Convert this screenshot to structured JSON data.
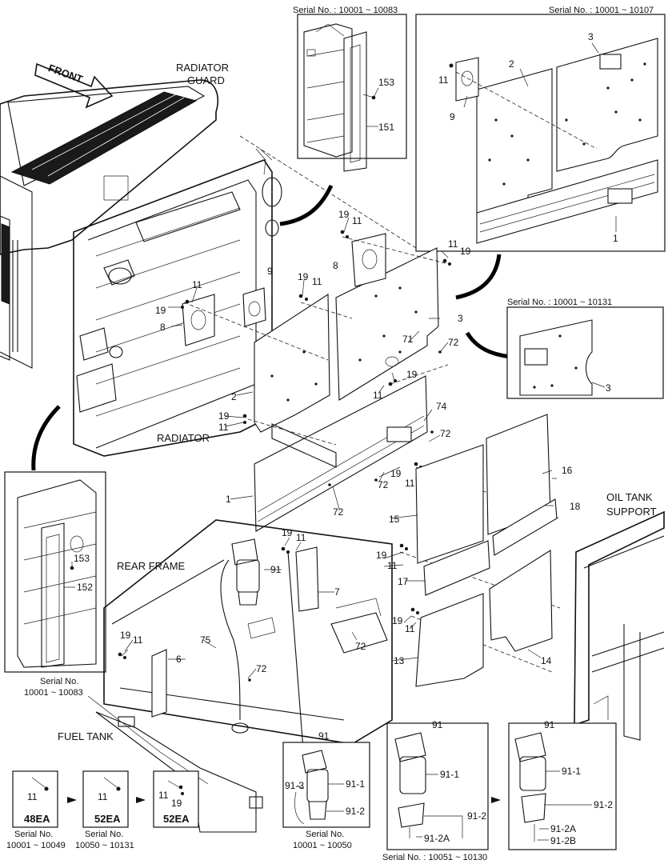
{
  "serial_labels": {
    "top_inset_a": "Serial No. : 10001 ~ 10083",
    "top_inset_b": "Serial No. : 10001 ~ 10107",
    "right_inset": "Serial No. : 10001 ~ 10131",
    "left_inset_line1": "Serial No.",
    "left_inset_line2": "10001 ~ 10083",
    "bottom_a_line1": "Serial No.",
    "bottom_a_line2": "10001 ~ 10049",
    "bottom_b_line2": "10050 ~ 10131",
    "filter_a_line1": "Serial No.",
    "filter_a_line2": "10001 ~ 10050",
    "filter_b": "Serial No. : 10051 ~ 10130"
  },
  "labels": {
    "front": "FRONT",
    "radiator_guard_1": "RADIATOR",
    "radiator_guard_2": "GUARD",
    "radiator": "RADIATOR",
    "oil_tank_1": "OIL TANK",
    "oil_tank_2": "SUPPORT",
    "rear_frame": "REAR FRAME",
    "fuel_tank": "FUEL TANK"
  },
  "callouts": {
    "c1": "1",
    "c2": "2",
    "c3": "3",
    "c6": "6",
    "c7": "7",
    "c8": "8",
    "c9": "9",
    "c11": "11",
    "c13": "13",
    "c14": "14",
    "c15": "15",
    "c16": "16",
    "c17": "17",
    "c18": "18",
    "c19": "19",
    "c71": "71",
    "c72": "72",
    "c74": "74",
    "c75": "75",
    "c91": "91",
    "c91_1": "91-1",
    "c91_2": "91-2",
    "c91_3": "91-3",
    "c91_2a": "91-2A",
    "c91_2b": "91-2B",
    "c151": "151",
    "c152": "152",
    "c153": "153"
  },
  "quantity_boxes": [
    {
      "part": "11",
      "qty": "48EA"
    },
    {
      "part": "11",
      "qty": "52EA"
    },
    {
      "part": "11",
      "part2": "19",
      "qty": "52EA"
    }
  ]
}
